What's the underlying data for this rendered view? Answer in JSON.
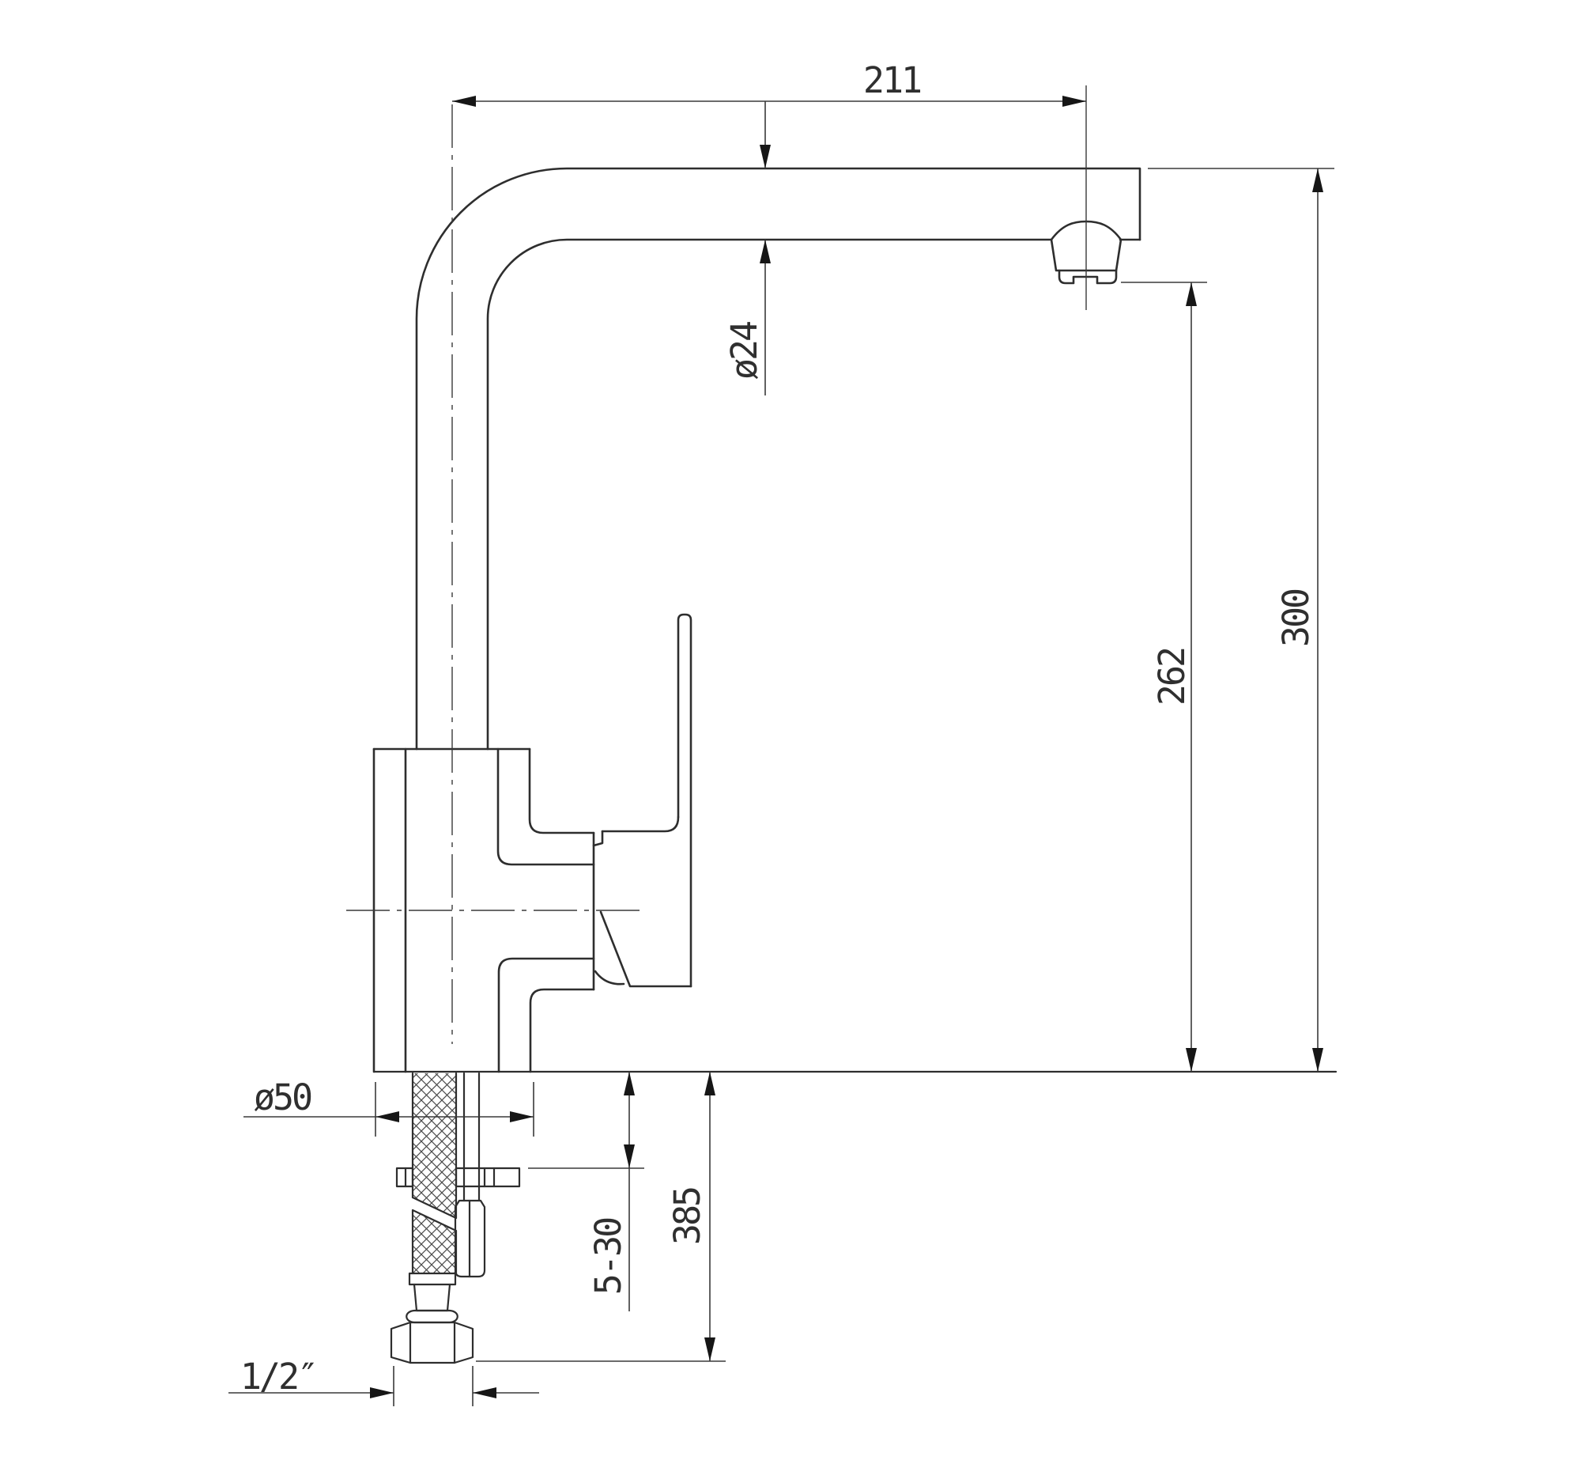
{
  "page": {
    "background": "#ffffff"
  },
  "drawing": {
    "line_color": "#2e2e2e",
    "dim_color": "#3a3a3a",
    "labels": {
      "spout_reach": "211",
      "spout_tube_diameter": "ø24",
      "spout_clearance_height": "262",
      "overall_height": "300",
      "base_diameter": "ø50",
      "counter_thickness_range": "5-30",
      "below_counter_length": "385",
      "thread_size": "1/2″"
    }
  }
}
